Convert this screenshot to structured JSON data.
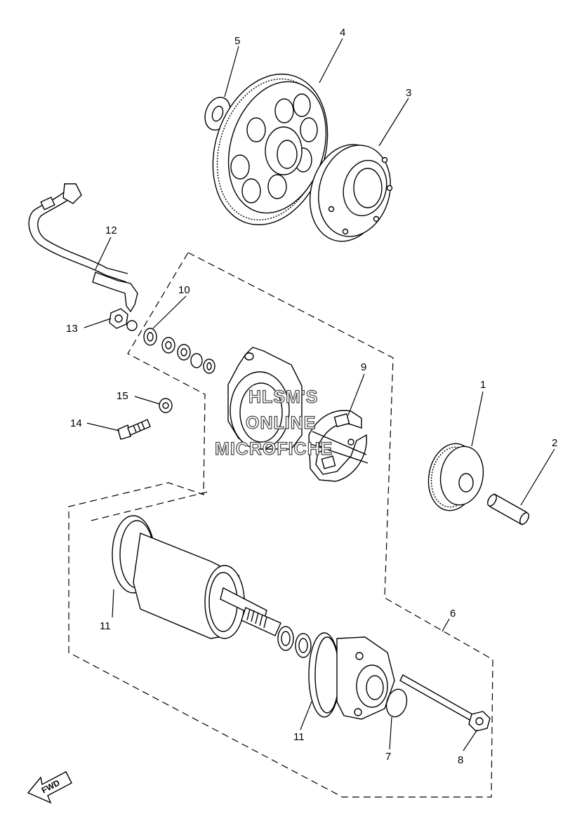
{
  "watermark": {
    "line1": "HLSM'S",
    "line2": "ONLINE",
    "line3": "MICROFICHE"
  },
  "fwd_label": "FWD",
  "callouts": {
    "c1": "1",
    "c2": "2",
    "c3": "3",
    "c4": "4",
    "c5": "5",
    "c6": "6",
    "c7": "7",
    "c8": "8",
    "c9": "9",
    "c10": "10",
    "c11a": "11",
    "c11b": "11",
    "c12": "12",
    "c13": "13",
    "c14": "14",
    "c15": "15"
  }
}
